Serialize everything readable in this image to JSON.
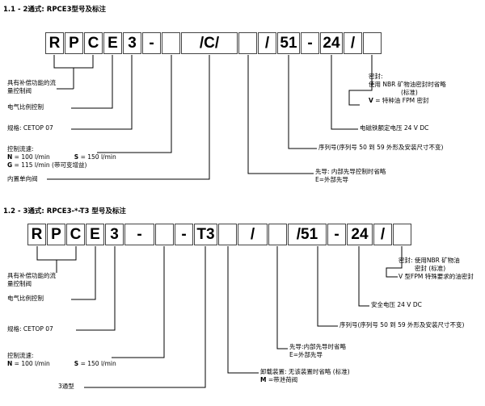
{
  "section1": {
    "title": "1.1 - 2通式: RPCE3型号及标注",
    "codes": [
      "R",
      "P",
      "C",
      "E",
      "3",
      "-",
      "",
      "/C/",
      "",
      "/",
      "51",
      "-",
      "24",
      "/",
      ""
    ],
    "notes": {
      "comp_valve_1": "具有补偿功能的流",
      "comp_valve_2": "量控制阀",
      "electric": "电气比例控制",
      "size": "规格: CETOP 07",
      "flow_title": "控制流速:",
      "flow_n_key": "N",
      "flow_n_val": " = 100 l/min",
      "flow_s_key": "S",
      "flow_s_val": " = 150 l/min",
      "flow_g_key": "G",
      "flow_g_val": " = 115 l/min (带可变增益)",
      "check_valve": "内置单向阀",
      "pilot_1": "先导: 内部先导控制时省略",
      "pilot_2": "E=外部先导",
      "serial": "序列号(序列号 50 到 59 外形及安装尺寸不变)",
      "voltage": "电磁铁额定电压  24 V DC",
      "seal_title": "密封:",
      "seal_nbr": "使用  NBR  矿物油密封时省略",
      "seal_std": "(标准)",
      "seal_v_key": "V",
      "seal_v_val": " = 特种油 FPM 密封"
    }
  },
  "section2": {
    "title": "1.2 - 3通式: RPCE3-*-T3  型号及标注",
    "codes": [
      "R",
      "P",
      "C",
      "E",
      "3",
      "-",
      "",
      "-",
      "T3",
      "",
      "/",
      "",
      "/51",
      "-",
      "24",
      "/",
      ""
    ],
    "notes": {
      "comp_valve_1": "具有补偿功能的流",
      "comp_valve_2": "量控制阀",
      "electric": "电气比例控制",
      "size": "规格:  CETOP 07",
      "flow_title": "控制流速:",
      "flow_n_key": "N",
      "flow_n_val": " = 100 l/min",
      "flow_s_key": "S",
      "flow_s_val": " = 150 l/min",
      "three_way": "3通型",
      "unload_1": "卸载装置: 无该装置时省略 (标准)",
      "unload_key": "M",
      "unload_val": " =带泄荷阀",
      "pilot_1": "先导:内部先导时省略",
      "pilot_2": "E=外部先导",
      "serial": "序列号(序列号 50 到 59 外形及安装尺寸不变)",
      "voltage": "安全电压  24 V DC",
      "seal_1": "密封: 使用NBR  矿物油",
      "seal_2": "密封   (标准)",
      "seal_3": "V  型FPM  特殊要求的油密封"
    }
  }
}
